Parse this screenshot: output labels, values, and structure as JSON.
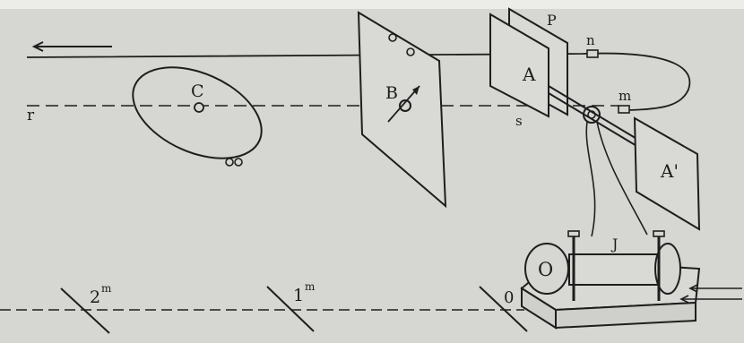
{
  "labels": {
    "C": "C",
    "B": "B",
    "P": "P",
    "n": "n",
    "m": "m",
    "A": "A",
    "A_prime": "A'",
    "s": "s",
    "r": "r",
    "J": "J",
    "O": "O"
  },
  "distance_marks": {
    "two": {
      "num": "2",
      "unit": "m"
    },
    "one": {
      "num": "1",
      "unit": "m"
    },
    "zero": {
      "num": "0"
    }
  },
  "colors": {
    "paper": "#d6d6d2",
    "ink": "#1e1e1e"
  }
}
